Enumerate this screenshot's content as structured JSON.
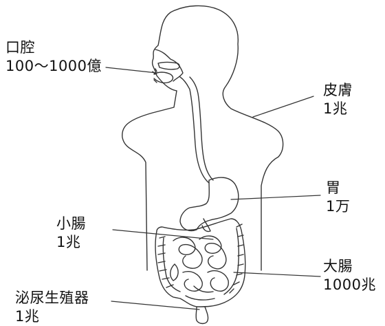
{
  "labels": {
    "mouth": {
      "name": "口腔",
      "count": "100～1000億"
    },
    "skin": {
      "name": "皮膚",
      "count": "1兆"
    },
    "stomach": {
      "name": "胃",
      "count": "1万"
    },
    "small_int": {
      "name": "小腸",
      "count": "1兆"
    },
    "large_int": {
      "name": "大腸",
      "count": "1000兆"
    },
    "urogenital": {
      "name": "泌尿生殖器",
      "count": "1兆"
    }
  }
}
